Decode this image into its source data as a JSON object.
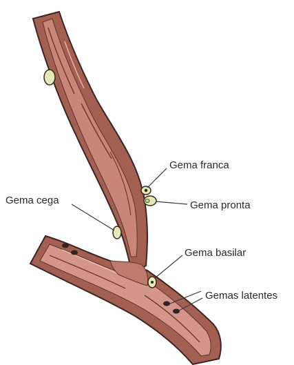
{
  "labels": {
    "gema_franca": "Gema franca",
    "gema_pronta": "Gema pronta",
    "gema_cega": "Gema cega",
    "gema_basilar": "Gema basilar",
    "gemas_latentes": "Gemas latentes"
  },
  "colors": {
    "bark_dark": "#8a4a40",
    "bark_mid": "#b26a5e",
    "bark_light": "#d79b8c",
    "outline": "#3b2520",
    "bud_fill": "#e2ebb8",
    "latent_bud": "#2d2424"
  }
}
